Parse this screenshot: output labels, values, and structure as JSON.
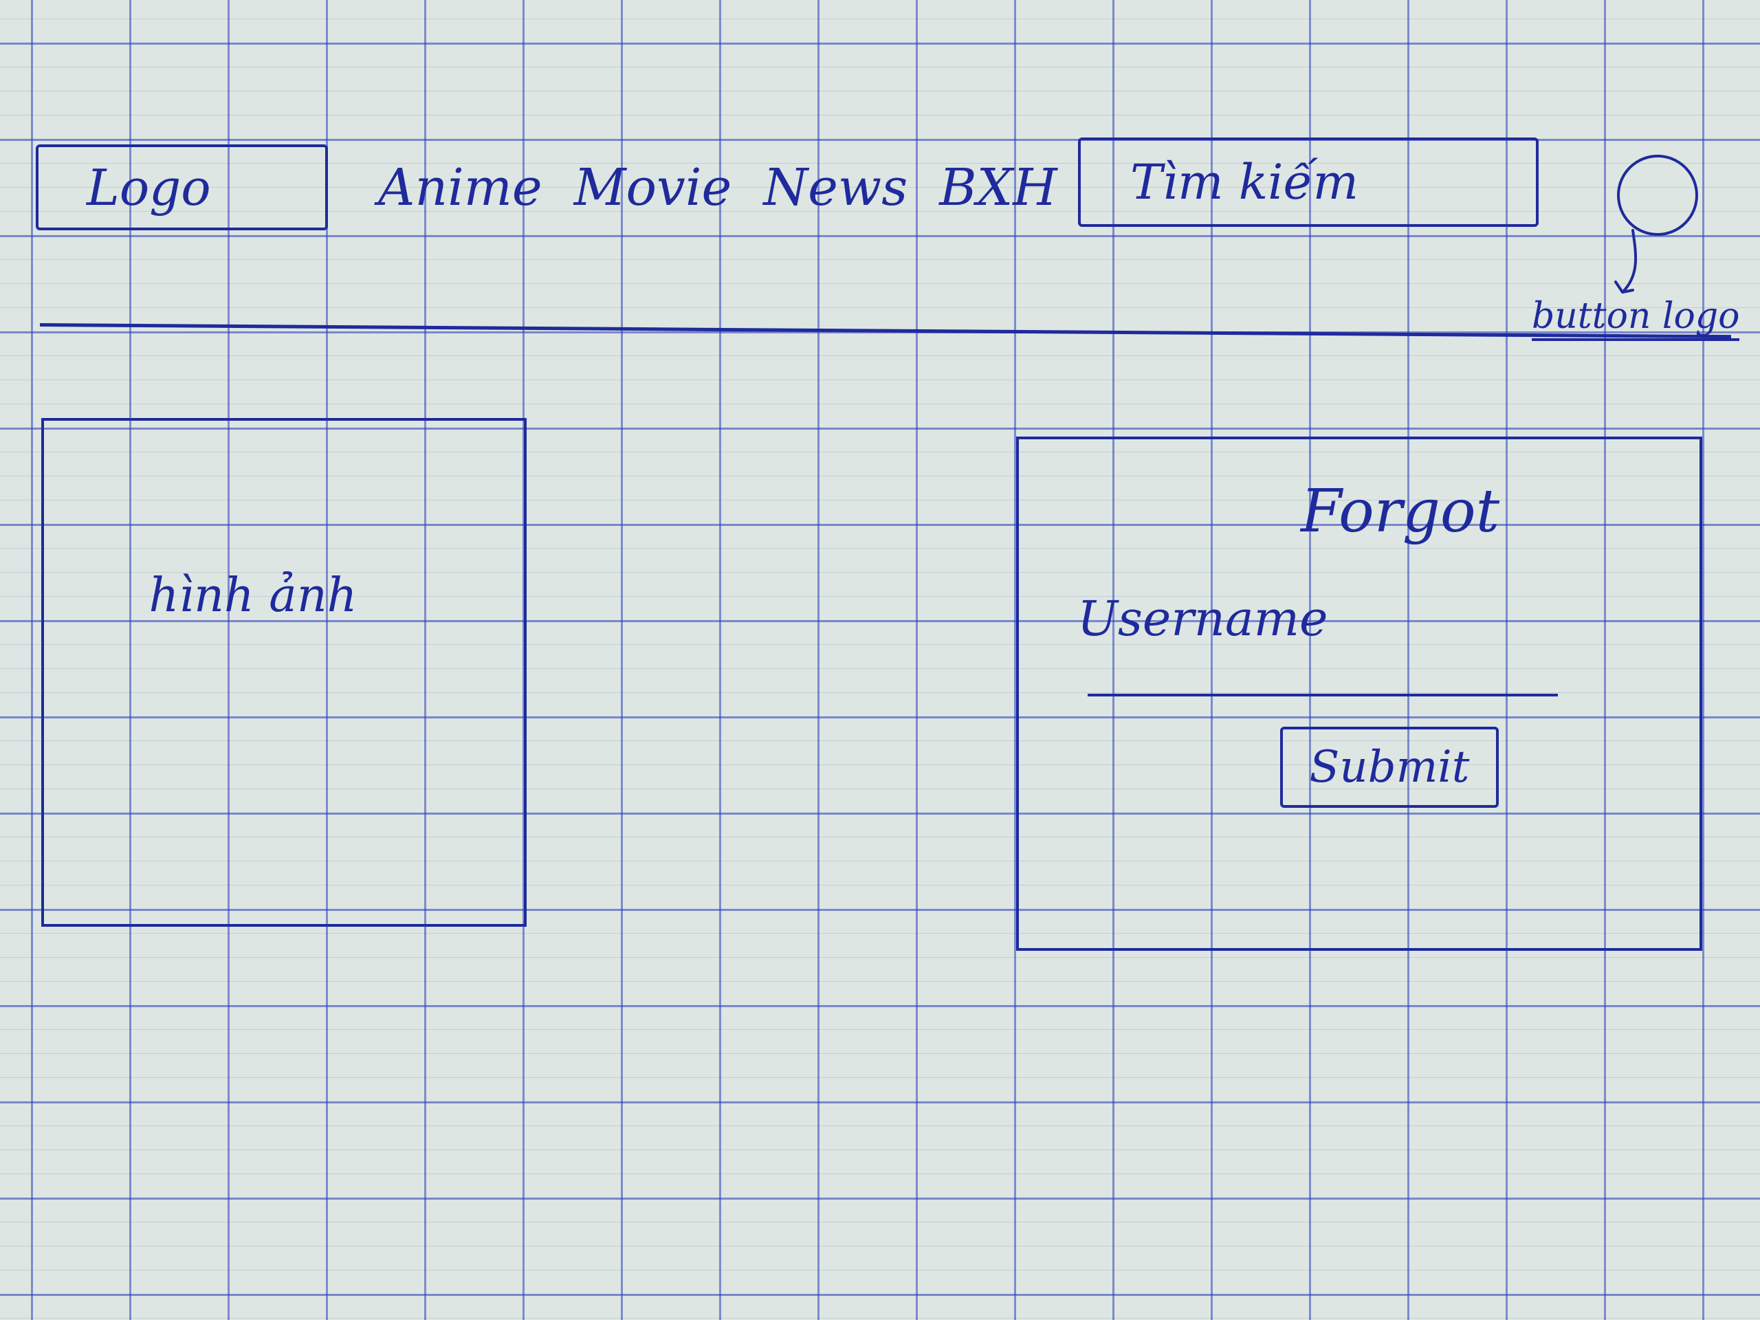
{
  "header": {
    "logo_label": "Logo",
    "nav": {
      "anime": "Anime",
      "movie": "Movie",
      "news": "News",
      "bxh": "BXH"
    },
    "search_placeholder": "Tìm kiếm",
    "user_button_icon": "user-circle-icon",
    "annotation": "button logo"
  },
  "main": {
    "image_placeholder_label": "hình ảnh",
    "form": {
      "title": "Forgot",
      "username_label": "Username",
      "username_value": "",
      "submit_label": "Submit"
    }
  },
  "colors": {
    "ink": "#1f2a9c",
    "paper": "#dde6e2",
    "grid": "#2e3ebe"
  }
}
